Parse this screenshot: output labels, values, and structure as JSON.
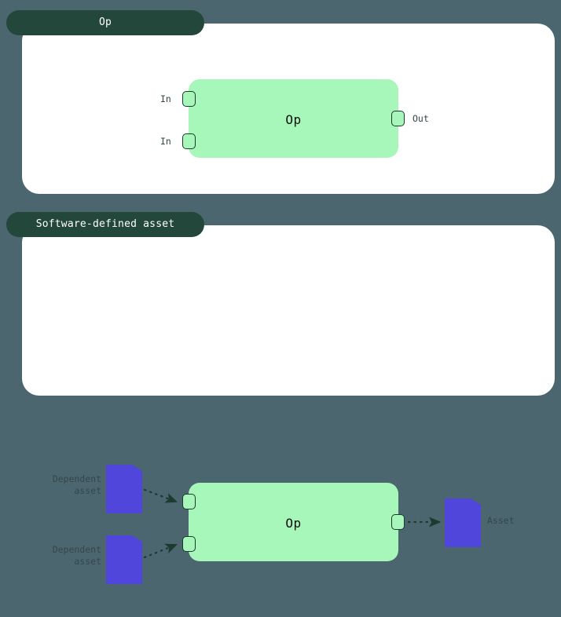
{
  "diagram": {
    "background_color": "#4c6670",
    "panels": [
      {
        "id": "op",
        "tab_label": "Op",
        "card_color": "#ffffff",
        "tab_color": "#24473c",
        "node": {
          "label": "Op",
          "color": "#a6f7b9"
        },
        "inputs": [
          {
            "label": "In"
          },
          {
            "label": "In"
          }
        ],
        "outputs": [
          {
            "label": "Out"
          }
        ]
      },
      {
        "id": "software-defined-asset",
        "tab_label": "Software-defined asset",
        "card_color": "#ffffff",
        "tab_color": "#24473c",
        "node": {
          "label": "Op",
          "color": "#a6f7b9"
        },
        "upstream_assets": [
          {
            "label": "Dependent\nasset",
            "line1": "Dependent",
            "line2": "asset",
            "color": "#5046dc"
          },
          {
            "label": "Dependent\nasset",
            "line1": "Dependent",
            "line2": "asset",
            "color": "#5046dc"
          }
        ],
        "downstream_assets": [
          {
            "label": "Asset",
            "color": "#5046dc"
          }
        ],
        "edge_style": "dotted-arrow",
        "edge_color": "#1d3a31"
      }
    ]
  }
}
